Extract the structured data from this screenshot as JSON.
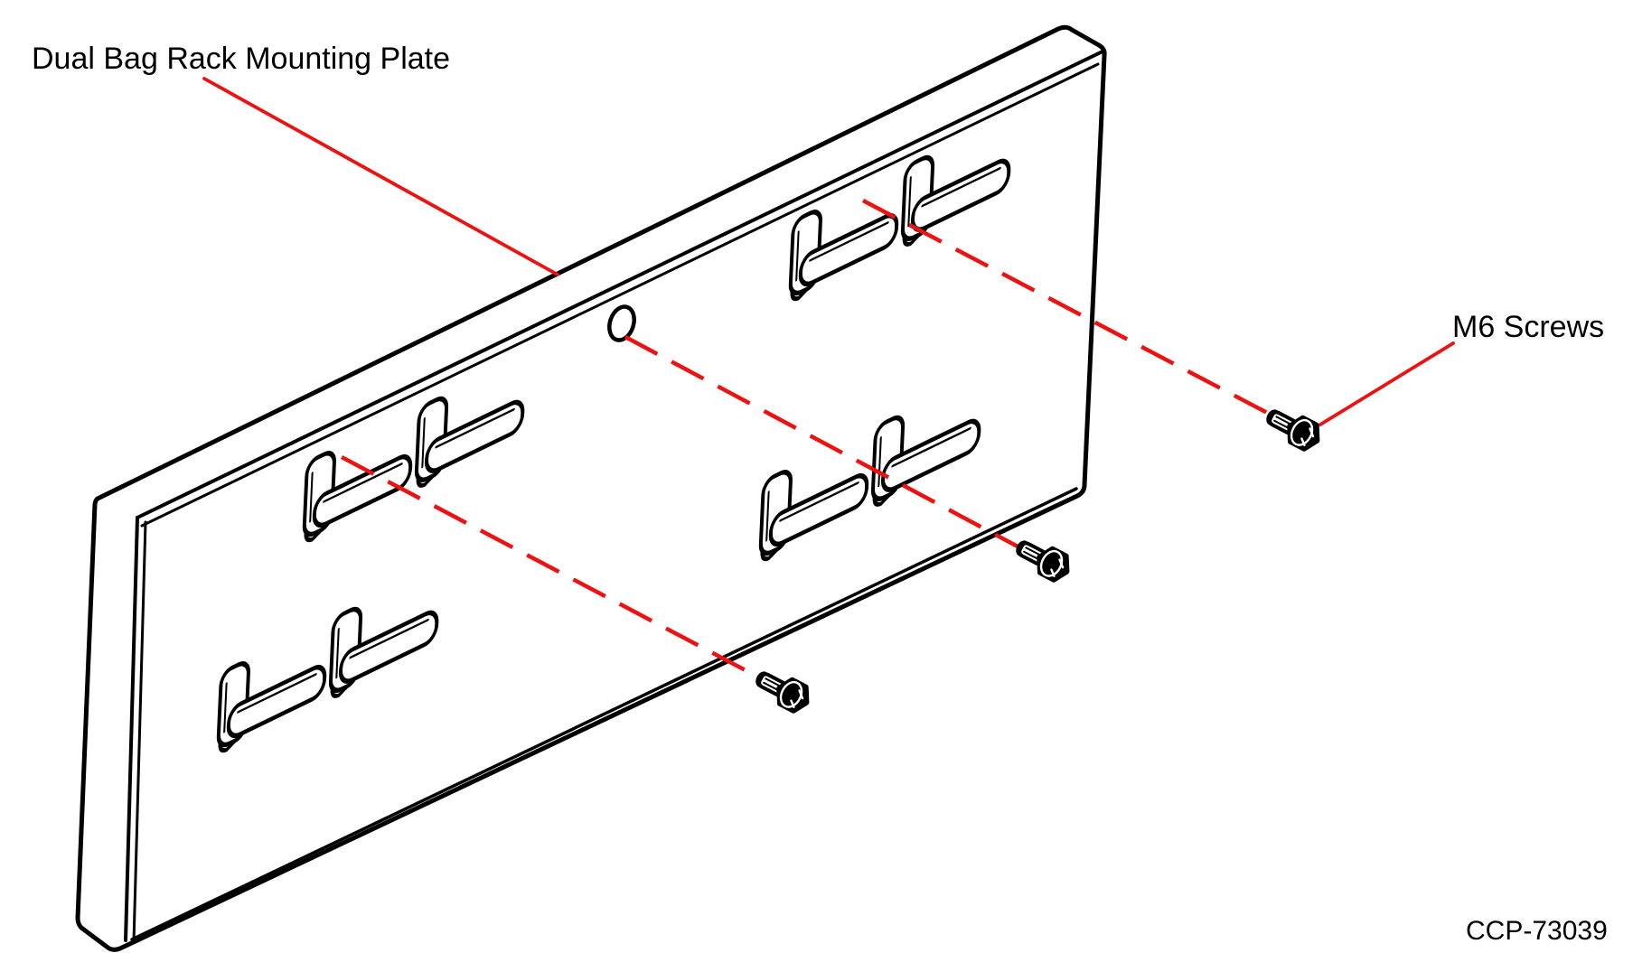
{
  "diagram": {
    "plate_label": "Dual Bag Rack Mounting Plate",
    "screws_label": "M6 Screws",
    "part_number": "CCP-73039",
    "screw_count": 3,
    "colors": {
      "outline": "#000000",
      "callout_red": "#ee1111",
      "background": "#ffffff"
    }
  }
}
